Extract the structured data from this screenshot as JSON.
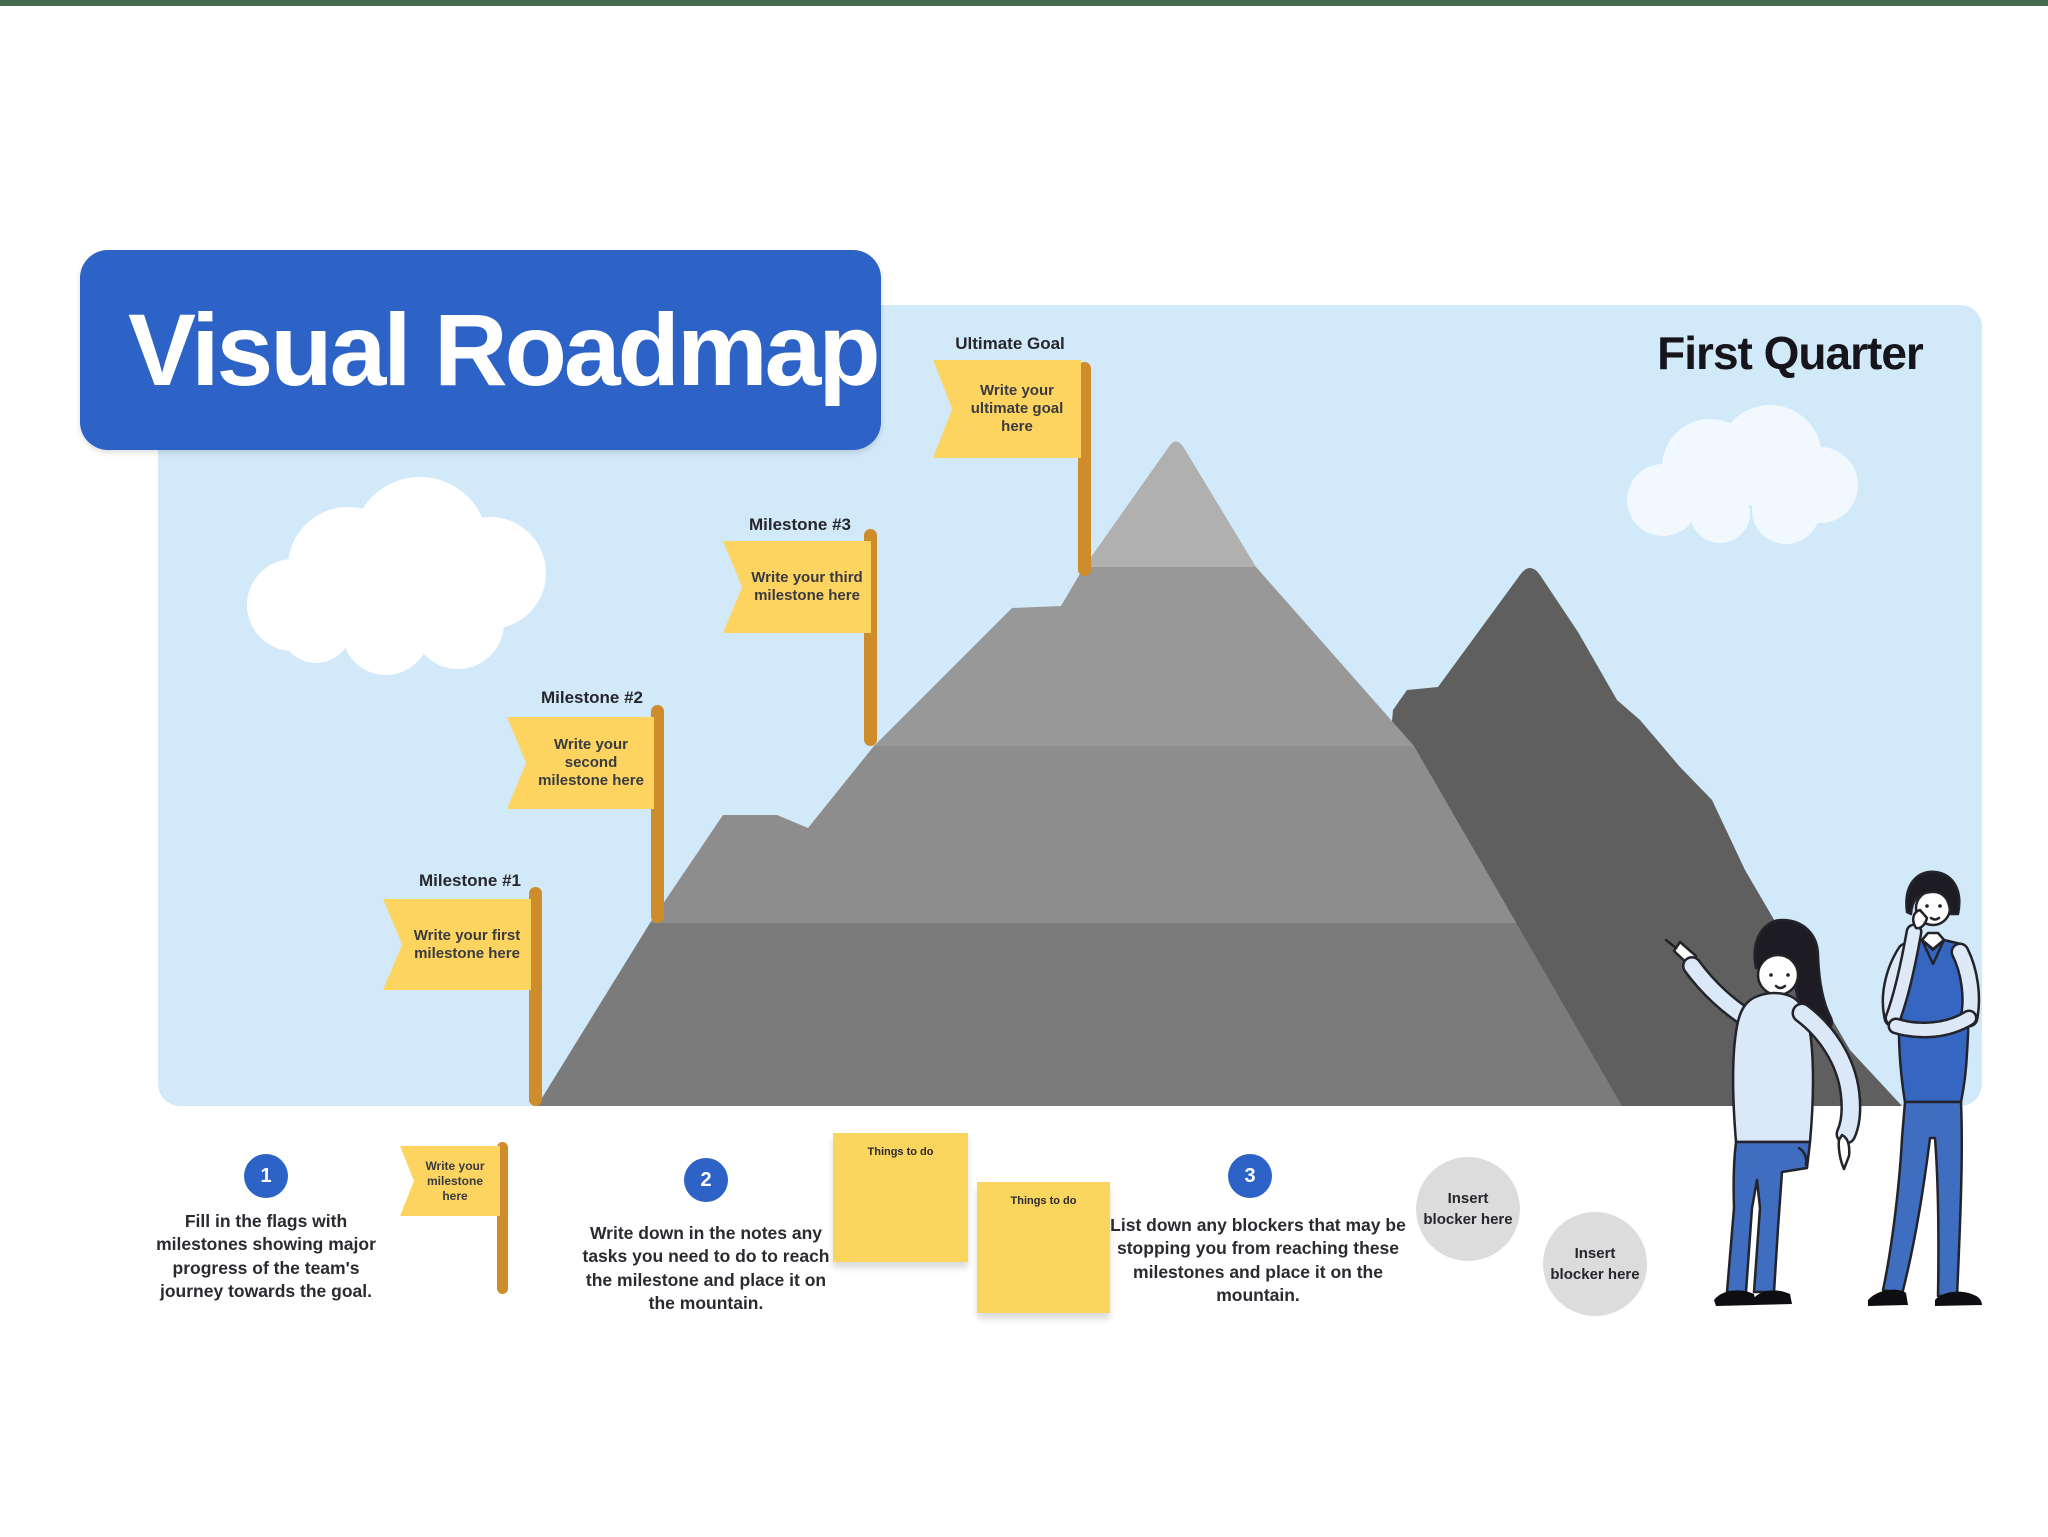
{
  "header": {
    "title": "Visual Roadmap",
    "quarter": "First Quarter"
  },
  "flags": {
    "ultimate": {
      "label": "Ultimate Goal",
      "body": "Write your ultimate goal here"
    },
    "milestone3": {
      "label": "Milestone #3",
      "body": "Write your third milestone here"
    },
    "milestone2": {
      "label": "Milestone #2",
      "body": "Write your second milestone here"
    },
    "milestone1": {
      "label": "Milestone #1",
      "body": "Write your first milestone here"
    }
  },
  "legend_flag": {
    "body": "Write your milestone here"
  },
  "steps": [
    {
      "number": "1",
      "text": "Fill in the flags with milestones showing major progress of the team's journey towards the goal."
    },
    {
      "number": "2",
      "text": "Write down in the notes any tasks you need to do to reach the milestone and place it on the mountain."
    },
    {
      "number": "3",
      "text": "List down any blockers that may be stopping you from reaching these milestones and place it on the mountain."
    }
  ],
  "notes": [
    {
      "title": "Things to do"
    },
    {
      "title": "Things to do"
    }
  ],
  "blockers": [
    {
      "text": "Insert blocker here"
    },
    {
      "text": "Insert blocker here"
    }
  ],
  "colors": {
    "accent_blue": "#2d63c6",
    "flag_yellow": "#fcd45f",
    "pole_orange": "#cf8c2b",
    "sky_blue": "#d2e9f9",
    "note_yellow": "#fbd65e",
    "blocker_gray": "#dcdcdc",
    "top_bar_green": "#466b4e"
  }
}
